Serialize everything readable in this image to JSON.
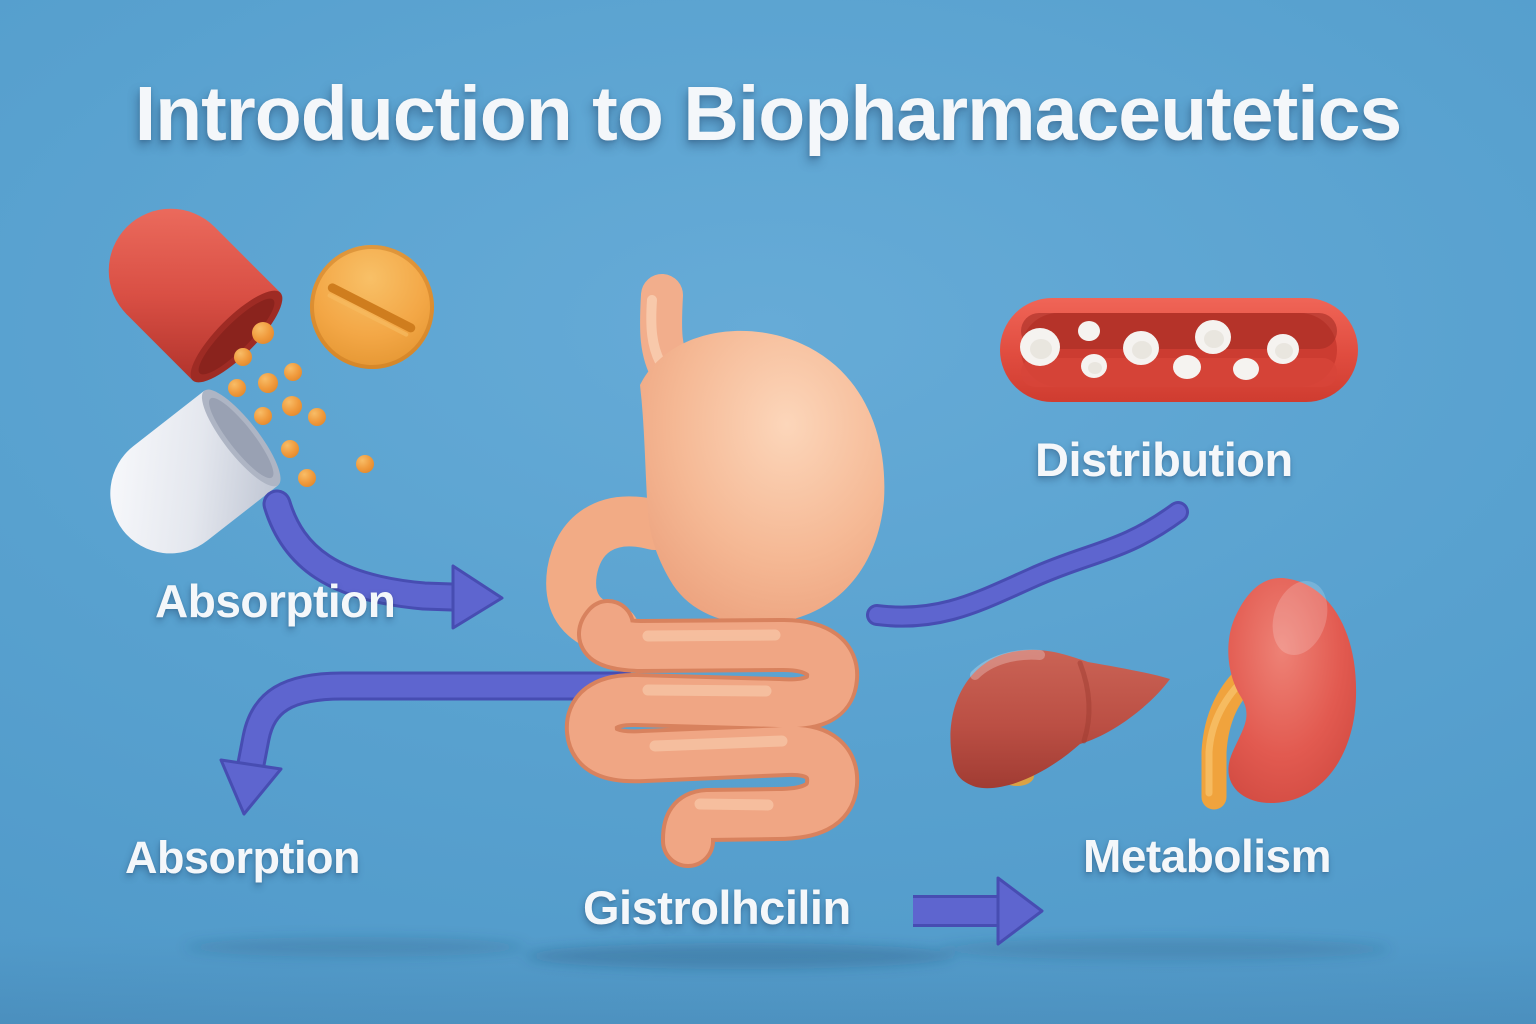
{
  "title": "Introduction to Biopharmaceutetics",
  "stages": {
    "absorption_top": "Absorption",
    "absorption_bottom": "Absorption",
    "distribution": "Distribution",
    "metabolism": "Metabolism",
    "center_caption": "Gistrolhcilin"
  },
  "icons": {
    "capsule": "open-capsule-illustration",
    "tablet": "tablet-pill-illustration",
    "granules": "drug-granules-illustration",
    "stomach": "stomach-illustration",
    "intestines": "intestines-illustration",
    "blood_vessel": "blood-vessel-with-cells-illustration",
    "liver": "liver-illustration",
    "kidney": "kidney-with-ureter-illustration",
    "arrow_in": "curved-arrow-right-icon",
    "arrow_out": "curved-arrow-down-icon",
    "connector": "s-curve-line-icon",
    "arrow_metabolism": "straight-arrow-right-icon"
  },
  "colors": {
    "background": "#58a1cf",
    "label_text": "#f4f7fa",
    "arrow": "#5e65cf",
    "capsule_red": "#d94f44",
    "capsule_white": "#e9ecf2",
    "tablet_orange": "#f3a746",
    "granule_orange": "#f09a3c",
    "stomach": "#f5b894",
    "intestine": "#f0a684",
    "vessel_red": "#e04c3f",
    "blood_cell": "#f5f3f0",
    "liver": "#bb4f44",
    "kidney": "#e25a50",
    "ureter": "#f0a33d"
  }
}
